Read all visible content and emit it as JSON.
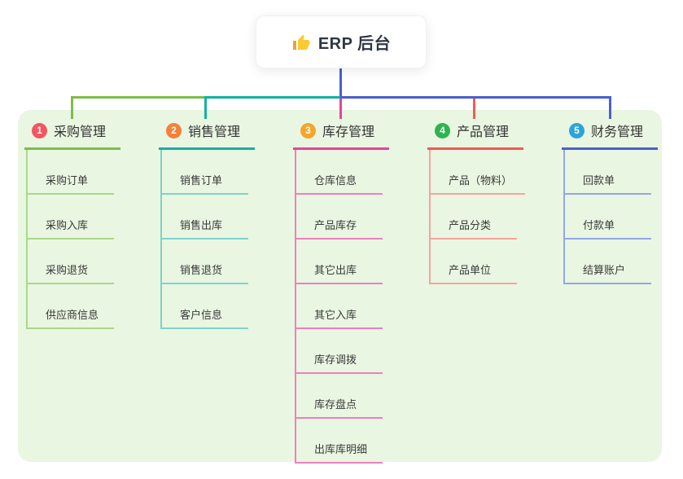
{
  "root": {
    "label": "ERP 后台",
    "icon": "thumbs-up"
  },
  "branches": [
    {
      "index": "1",
      "label": "采购管理",
      "color": "#7fbc4a",
      "line_light": "#aad788",
      "badge_color": "#f3565f",
      "items": [
        "采购订单",
        "采购入库",
        "采购退货",
        "供应商信息"
      ]
    },
    {
      "index": "2",
      "label": "销售管理",
      "color": "#15b0a5",
      "line_light": "#7ed3cb",
      "badge_color": "#f58138",
      "items": [
        "销售订单",
        "销售出库",
        "销售退货",
        "客户信息"
      ]
    },
    {
      "index": "3",
      "label": "库存管理",
      "color": "#e8439a",
      "line_light": "#f07fbc",
      "badge_color": "#f4a62a",
      "items": [
        "仓库信息",
        "产品库存",
        "其它出库",
        "其它入库",
        "库存调拨",
        "库存盘点",
        "出库库明细"
      ]
    },
    {
      "index": "4",
      "label": "产品管理",
      "color": "#f05b56",
      "line_light": "#f8a19c",
      "badge_color": "#2fb34f",
      "items": [
        "产品（物料）",
        "产品分类",
        "产品单位"
      ]
    },
    {
      "index": "5",
      "label": "财务管理",
      "color": "#4a5fd0",
      "line_light": "#96a6e4",
      "badge_color": "#2ba3db",
      "items": [
        "回款单",
        "付款单",
        "结算账户"
      ]
    }
  ],
  "canvas": {
    "background": "#ffffff",
    "panel_background": "#e9f6e2",
    "root_stem_color": "#4a5fd0",
    "text_color": "#333333",
    "root_text_color": "#2f3640"
  }
}
